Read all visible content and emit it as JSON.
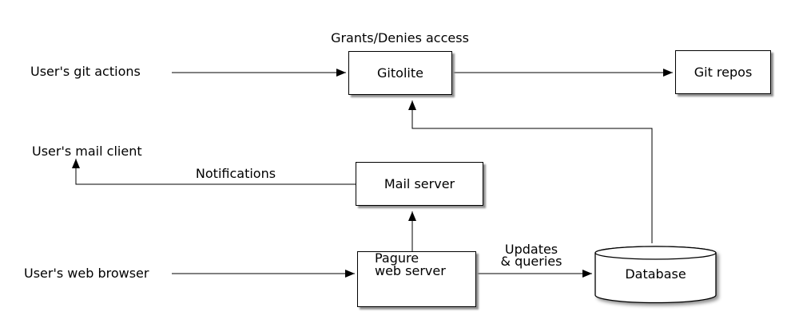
{
  "diagram": {
    "actors": {
      "git_actions": {
        "label": "User's git actions"
      },
      "mail_client": {
        "label": "User's mail client"
      },
      "web_browser": {
        "label": "User's web browser"
      }
    },
    "nodes": {
      "gitolite": {
        "label": "Gitolite",
        "shape": "box"
      },
      "git_repos": {
        "label": "Git repos",
        "shape": "box"
      },
      "mail_server": {
        "label": "Mail server",
        "shape": "box"
      },
      "pagure_web_server": {
        "label_line1": "Pagure",
        "label_line2": "web server",
        "shape": "box"
      },
      "database": {
        "label": "Database",
        "shape": "cylinder"
      }
    },
    "edge_labels": {
      "access": {
        "label": "Grants/Denies access"
      },
      "notifications": {
        "label": "Notifications"
      },
      "updates": {
        "line1": "Updates",
        "line2": "& queries"
      }
    },
    "edges": [
      {
        "from": "User's git actions",
        "to": "Gitolite",
        "label": "Grants/Denies access"
      },
      {
        "from": "Gitolite",
        "to": "Git repos",
        "label": ""
      },
      {
        "from": "Mail server",
        "to": "User's mail client",
        "label": "Notifications"
      },
      {
        "from": "Pagure web server",
        "to": "Mail server",
        "label": ""
      },
      {
        "from": "User's web browser",
        "to": "Pagure web server",
        "label": ""
      },
      {
        "from": "Pagure web server",
        "to": "Database",
        "label": "Updates & queries"
      },
      {
        "from": "Database",
        "to": "Gitolite",
        "label": ""
      }
    ],
    "colors": {
      "background": "#ffffff",
      "line": "#000000",
      "text": "#000000",
      "node_fill": "#ffffff",
      "node_border": "#000000",
      "shadow": "#909090"
    }
  }
}
